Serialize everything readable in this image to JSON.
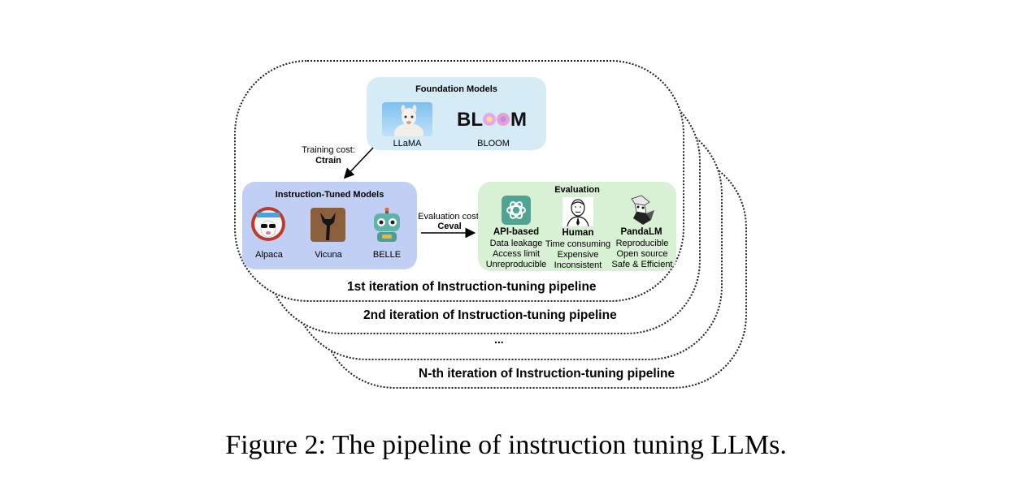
{
  "foundation": {
    "title": "Foundation Models",
    "models": [
      "LLaMA",
      "BLOOM"
    ],
    "bloom_logo": "BLOOM"
  },
  "training_cost": {
    "label": "Training cost:",
    "value": "Ctrain"
  },
  "instruction_tuned": {
    "title": "Instruction-Tuned Models",
    "models": [
      "Alpaca",
      "Vicuna",
      "BELLE"
    ]
  },
  "evaluation_cost": {
    "label": "Evaluation cost:",
    "value": "Ceval"
  },
  "evaluation": {
    "title": "Evaluation",
    "methods": [
      {
        "name": "API-based",
        "points": [
          "Data leakage",
          "Access limit",
          "Unreproducible"
        ]
      },
      {
        "name": "Human",
        "points": [
          "Time consuming",
          "Expensive",
          "Inconsistent"
        ]
      },
      {
        "name": "PandaLM",
        "points": [
          "Reproducible",
          "Open source",
          "Safe & Efficient"
        ]
      }
    ]
  },
  "iterations": [
    "1st iteration of Instruction-tuning pipeline",
    "2nd iteration of Instruction-tuning pipeline",
    "...",
    "N-th iteration of Instruction-tuning pipeline"
  ],
  "caption": "Figure 2: The pipeline of instruction tuning LLMs.",
  "colors": {
    "foundation_box": "#d5ecf7",
    "instruction_box": "#c2cff5",
    "evaluation_box": "#d8f0d4",
    "openai_green": "#4fa492"
  }
}
